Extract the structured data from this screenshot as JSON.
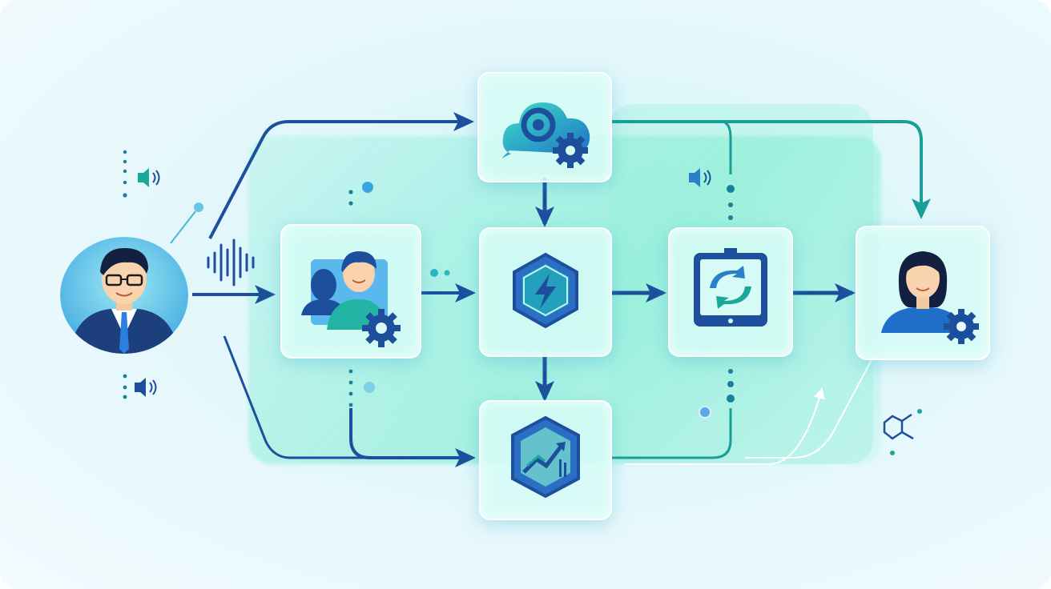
{
  "diagram": {
    "nodes": [
      {
        "id": "customer",
        "icon": "man-avatar-icon"
      },
      {
        "id": "agent-assist",
        "icon": "people-gear-icon"
      },
      {
        "id": "cloud-config",
        "icon": "cloud-gear-icon"
      },
      {
        "id": "core-engine",
        "icon": "lightning-hexagon-icon"
      },
      {
        "id": "analytics",
        "icon": "trend-chart-hexagon-icon"
      },
      {
        "id": "tablet-sync",
        "icon": "tablet-sync-icon"
      },
      {
        "id": "agent",
        "icon": "woman-gear-icon"
      }
    ],
    "edges": [
      {
        "from": "customer",
        "to": "agent-assist"
      },
      {
        "from": "customer",
        "to": "cloud-config"
      },
      {
        "from": "customer",
        "to": "analytics"
      },
      {
        "from": "agent-assist",
        "to": "core-engine"
      },
      {
        "from": "agent-assist",
        "to": "analytics"
      },
      {
        "from": "cloud-config",
        "to": "core-engine"
      },
      {
        "from": "core-engine",
        "to": "analytics"
      },
      {
        "from": "core-engine",
        "to": "tablet-sync"
      },
      {
        "from": "tablet-sync",
        "to": "agent"
      },
      {
        "from": "cloud-config",
        "to": "agent"
      },
      {
        "from": "analytics",
        "to": "agent"
      }
    ],
    "decorations": [
      "speaker-icon",
      "speaker-icon",
      "speaker-icon",
      "molecule-icon",
      "sound-wave-icon"
    ]
  },
  "colors": {
    "primary": "#1d4f9c",
    "teal": "#1aa89a",
    "accent": "#2bb6c9",
    "node_bg": "#d6fbf6",
    "background": "#e2f7fb"
  }
}
